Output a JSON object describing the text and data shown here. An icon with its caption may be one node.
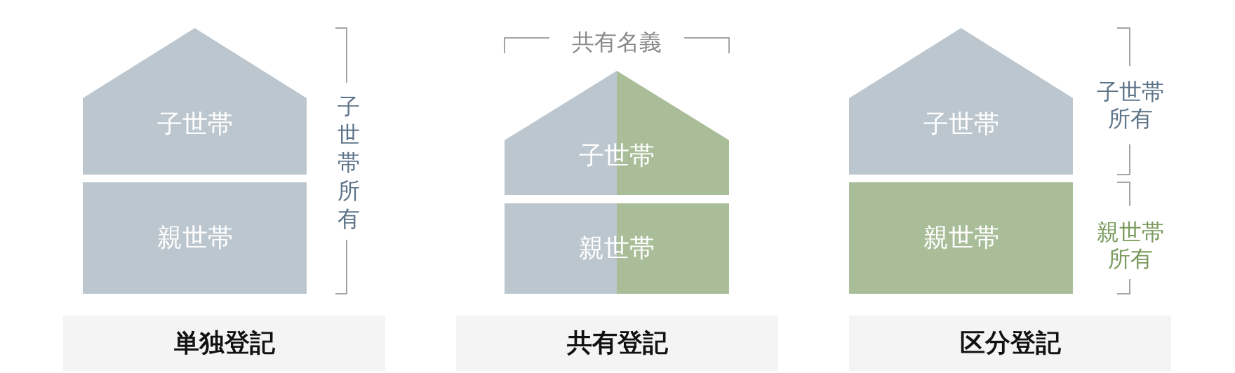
{
  "diagram": {
    "nodes": [
      {
        "text": [
          "子世帯"
        ]
      },
      {
        "text": [
          "親世帯"
        ]
      },
      {
        "text": [
          "単独登記"
        ]
      },
      {
        "text": [
          "子世帯"
        ]
      },
      {
        "text": [
          "親世帯"
        ]
      },
      {
        "text": [
          "共有登記"
        ]
      },
      {
        "text": [
          "子世帯"
        ]
      },
      {
        "text": [
          "親世帯"
        ]
      },
      {
        "text": [
          "区分登記"
        ]
      }
    ],
    "labels": [
      "共有名義",
      "子世帯所有",
      "子世帯所有",
      "親世帯所有"
    ]
  }
}
